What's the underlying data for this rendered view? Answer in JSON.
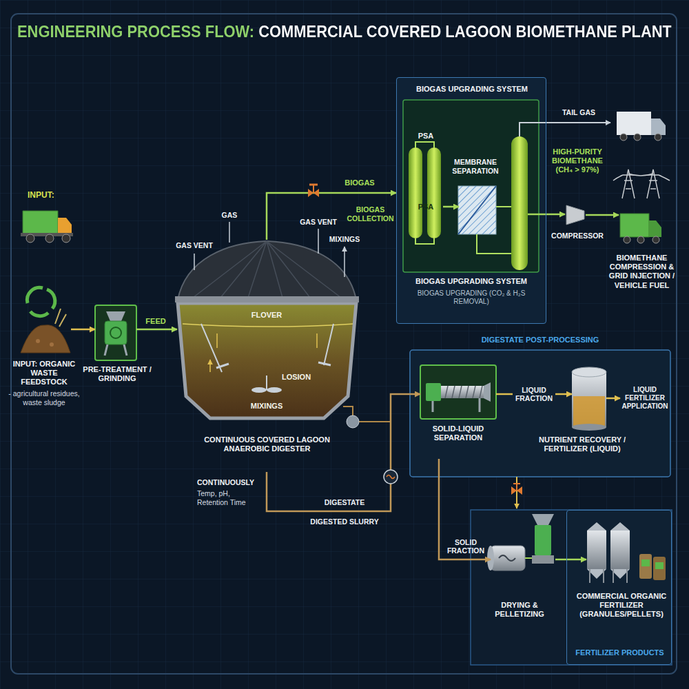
{
  "diagram": {
    "title": "ENGINEERING PROCESS FLOW: COMMERCIAL COVERED LAGOON BIOMETHANE PLANT",
    "nodes": [
      {
        "text": [
          "INPUT: ORGANIC WASTE FEEDSTOCK",
          "- agricultural residues, waste sludge"
        ]
      },
      {
        "text": [
          "PRE-TREATMENT / GRINDING"
        ]
      },
      {
        "text": [
          "FLOVER",
          "LOSION",
          "MIXINGS",
          "CONTINUOUS COVERED LAGOON ANAEROBIC DIGESTER"
        ]
      },
      {
        "text": [
          "BIOGAS UPGRADING SYSTEM"
        ]
      },
      {
        "text": [
          "PSA",
          "PSA"
        ],
        "in": 3
      },
      {
        "text": [
          "MEMBRANE SEPARATION"
        ],
        "in": 3
      },
      {
        "text": [
          "COMPRESSOR"
        ]
      },
      {
        "text": [
          "BIOMETHANE COMPRESSION & GRID INJECTION / VEHICLE FUEL"
        ]
      },
      {
        "text": [
          "DIGESTATE POST-PROCESSING"
        ]
      },
      {
        "text": [
          "SOLID-LIQUID SEPARATION"
        ],
        "in": 8
      },
      {
        "text": [
          "NUTRIENT RECOVERY / FERTILIZER (LIQUID)"
        ],
        "in": 8
      },
      {
        "text": [
          "LIQUID FERTILIZER APPLICATION"
        ],
        "in": 8
      },
      {
        "text": [
          "DRYING & PELLETIZING"
        ]
      },
      {
        "text": [
          "FERTILIZER PRODUCTS"
        ]
      },
      {
        "text": [
          "COMMERCIAL ORGANIC FERTILIZER (GRANULES/PELLETS)"
        ],
        "in": 13
      }
    ],
    "edges": [
      {
        "from": 0,
        "to": 1,
        "arrow": "to"
      },
      {
        "from": 1,
        "to": 2,
        "label": "FEED",
        "arrow": "to"
      },
      {
        "from": 2,
        "to": 3,
        "label": "BIOGAS",
        "arrow": "to"
      },
      {
        "from": 3,
        "to": 6,
        "label": "HIGH-PURITY BIOMETHANE (CH₄ > 97%)",
        "arrow": "to"
      },
      {
        "from": 4,
        "to": 5,
        "arrow": "to"
      },
      {
        "from": 6,
        "to": 7,
        "arrow": "to"
      },
      {
        "from": 2,
        "to": 9,
        "label": "DIGESTATE",
        "arrow": "to"
      },
      {
        "from": 9,
        "to": 10,
        "label": "LIQUID FRACTION",
        "arrow": "to"
      },
      {
        "from": 10,
        "to": 11,
        "arrow": "to"
      },
      {
        "from": 9,
        "to": 12,
        "label": "SOLID FRACTION",
        "arrow": "to"
      },
      {
        "from": 12,
        "to": 14,
        "arrow": "to"
      }
    ],
    "labels": [
      "INPUT:",
      "GAS VENT",
      "GAS",
      "GAS VENT",
      "MIXINGS",
      "BIOGAS COLLECTION",
      "TAIL GAS",
      "BIOGAS UPGRADING SYSTEM",
      "BIOGAS UPGRADING (CO₂ & H₂S REMOVAL)",
      "CONTINUOUSLY",
      "Temp, pH, Retention Time",
      "DIGESTED SLURRY"
    ]
  }
}
